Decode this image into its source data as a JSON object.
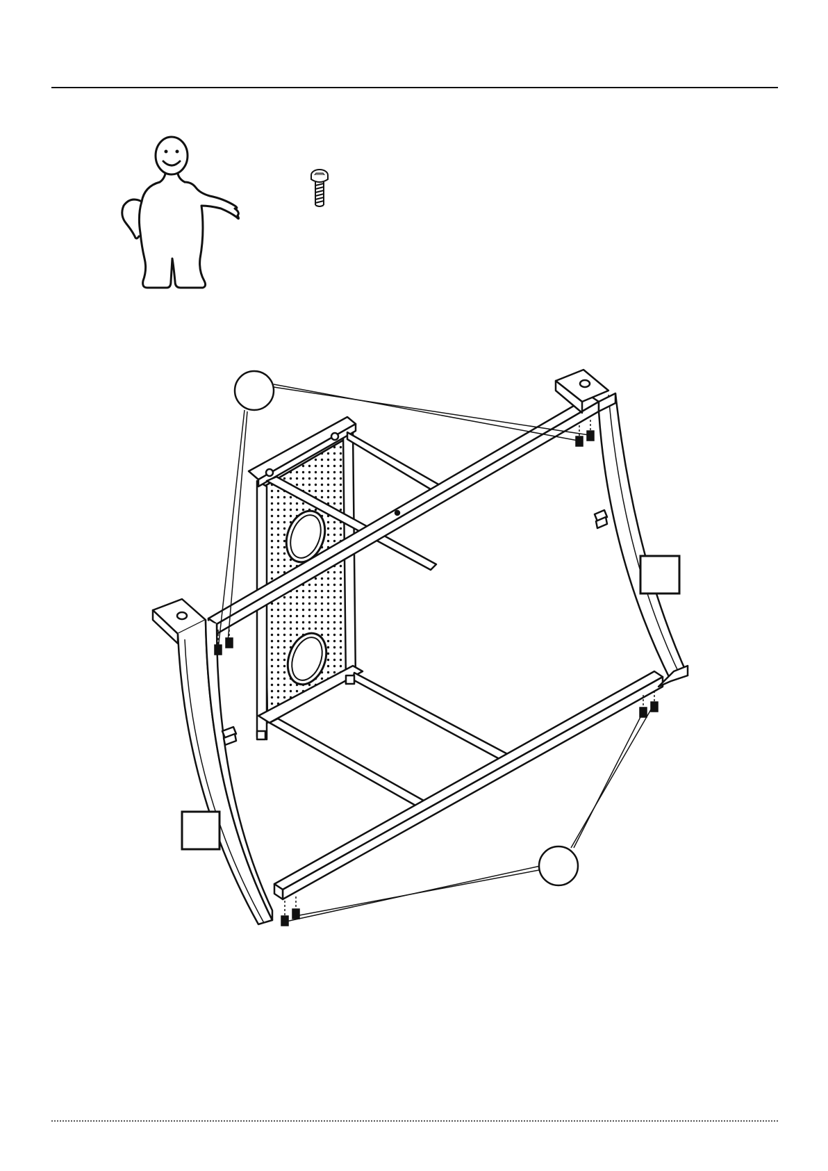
{
  "page": {
    "type": "assembly-instruction",
    "icons": {
      "helper": "smiling-helper-figure-icon",
      "fastener": "hex-socket-screw-icon"
    },
    "callouts": [
      {
        "id": "screw-callout-top",
        "label": ""
      },
      {
        "id": "screw-callout-bottom",
        "label": ""
      }
    ],
    "part_boxes": [
      {
        "id": "part-box-right",
        "label": ""
      },
      {
        "id": "part-box-left",
        "label": ""
      }
    ]
  }
}
